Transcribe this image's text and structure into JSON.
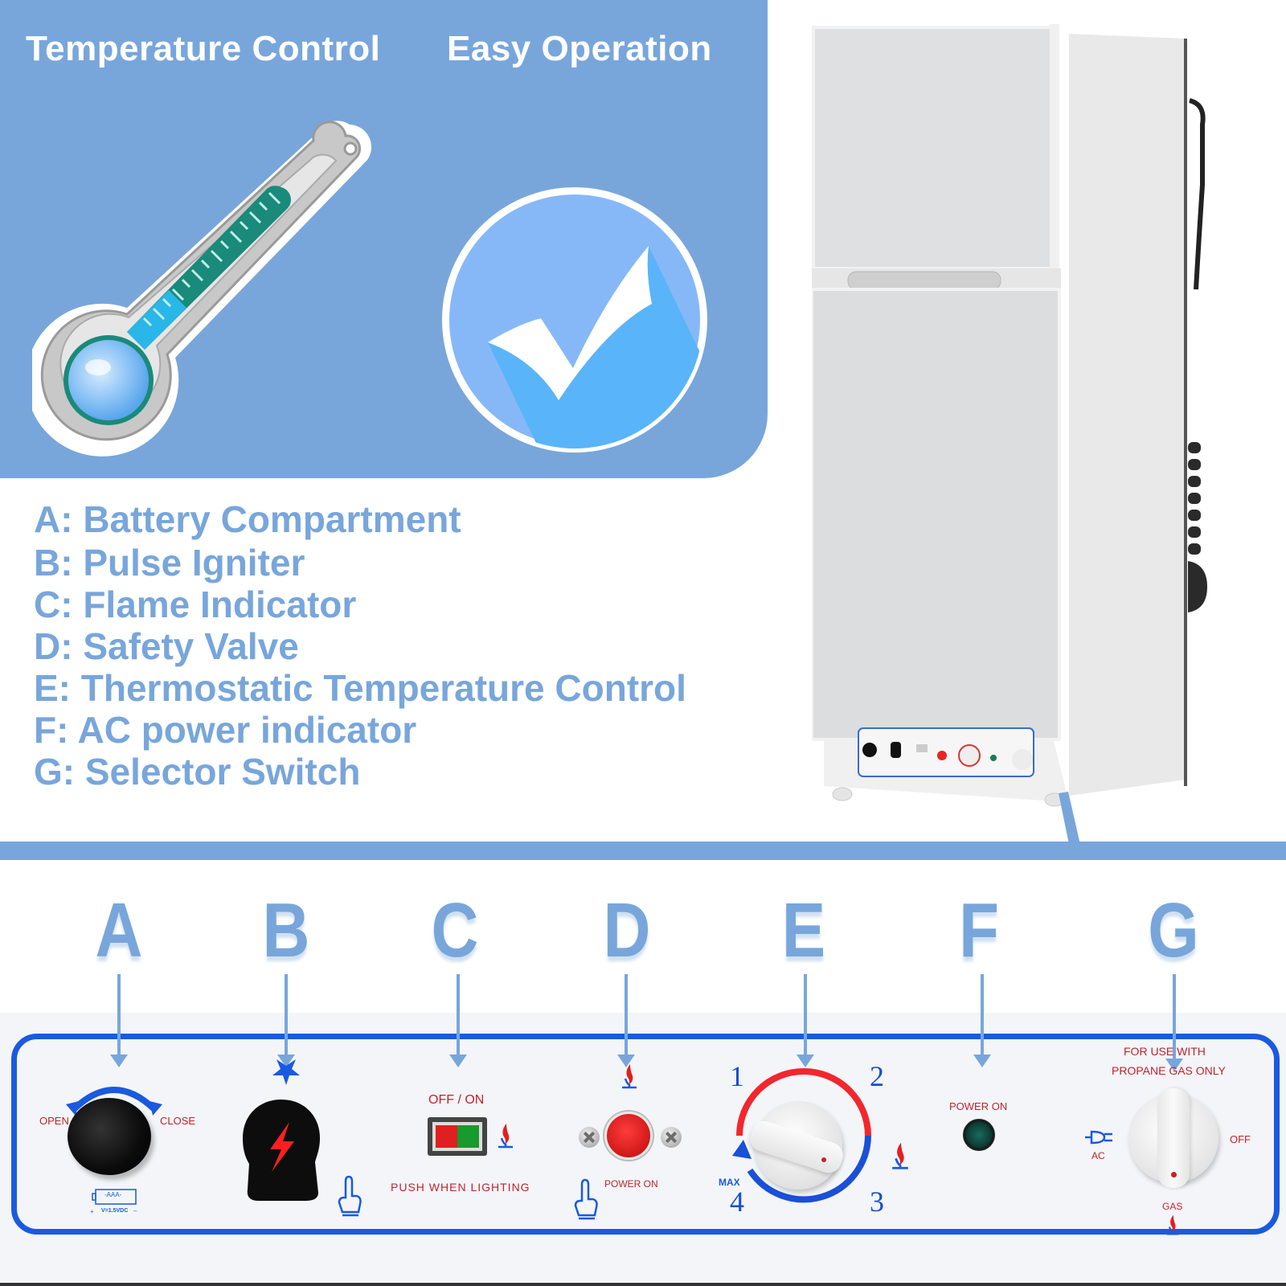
{
  "features": {
    "temperature_control": {
      "title": "Temperature Control",
      "icon": "thermometer-icon"
    },
    "easy_operation": {
      "title": "Easy Operation",
      "icon": "checkmark-circle-icon"
    }
  },
  "legend": [
    {
      "key": "A",
      "text": "A: Battery Compartment"
    },
    {
      "key": "B",
      "text": "B: Pulse Igniter"
    },
    {
      "key": "C",
      "text": "C: Flame Indicator"
    },
    {
      "key": "D",
      "text": "D: Safety Valve"
    },
    {
      "key": "E",
      "text": "E: Thermostatic Temperature Control"
    },
    {
      "key": "F",
      "text": "F: AC power indicator"
    },
    {
      "key": "G",
      "text": "G: Selector Switch"
    }
  ],
  "callout_letters": [
    "A",
    "B",
    "C",
    "D",
    "E",
    "F",
    "G"
  ],
  "panel": {
    "battery": {
      "open": "OPEN",
      "close": "CLOSE",
      "battery_label": "-AAA-",
      "voltage": "V=1.5VDC",
      "plus": "+",
      "minus": "–"
    },
    "igniter": {
      "symbol": "spark-star-icon"
    },
    "flame_indicator": {
      "label_top": "OFF / ON",
      "label_bottom": "PUSH  WHEN  LIGHTING"
    },
    "safety_valve": {
      "label": "POWER ON"
    },
    "thermostat": {
      "positions": [
        "1",
        "2",
        "3",
        "4"
      ],
      "max_label": "MAX"
    },
    "ac_indicator": {
      "label": "POWER ON"
    },
    "selector": {
      "warning_line1": "FOR USE WITH",
      "warning_line2": "PROPANE GAS ONLY",
      "ac": "AC",
      "off": "OFF",
      "gas": "GAS"
    }
  },
  "colors": {
    "accent_blue": "#78a6db",
    "panel_blue": "#1a5ae0",
    "label_red": "#c0242c"
  }
}
